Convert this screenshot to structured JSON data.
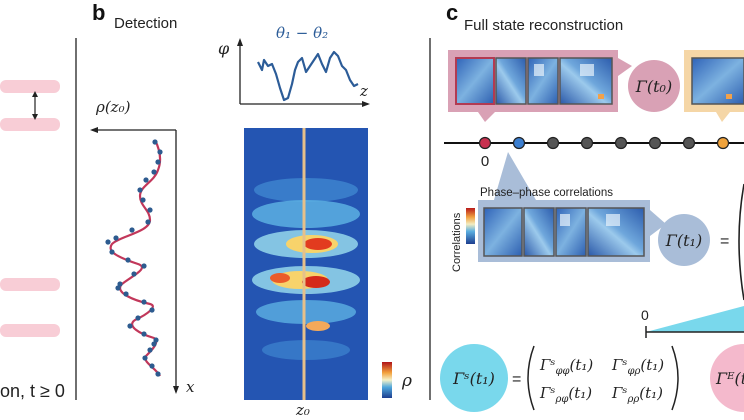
{
  "panels": {
    "b": {
      "letter": "b",
      "title": "Detection"
    },
    "c": {
      "letter": "c",
      "title": "Full state reconstruction"
    }
  },
  "panel_a": {
    "caption_fragment": "on, t ≥ 0"
  },
  "detection": {
    "phase_axis_label": "φ",
    "phase_curve_label": "θ₁ − θ₂",
    "z_axis_label": "z",
    "density_axis_label": "ρ(z₀)",
    "x_axis_label": "x",
    "colorbar_label": "ρ",
    "z0_label": "z₀"
  },
  "reconstruction": {
    "gamma_t0": "Γ(t₀)",
    "gamma_t1": "Γ(t₁)",
    "equals": "=",
    "timeline_tick0": "0",
    "phase_corr_title": "Phase–phase correlations",
    "correlations_label": "Correlations",
    "small_axis_zero": "0",
    "gamma_s": "Γˢ(t₁)",
    "gamma_e": "Γᴱ(t",
    "matrix": {
      "r1c1": "Γˢ",
      "r1c1_sub": "φφ",
      "r1c2": "Γˢ",
      "r1c2_sub": "φρ",
      "r2c1": "Γˢ",
      "r2c1_sub": "ρφ",
      "r2c2": "Γˢ",
      "r2c2_sub": "ρρ",
      "arg": "(t₁)"
    }
  },
  "colors": {
    "pink_bubble": "#d9a1b5",
    "peach_bubble": "#f5d6a6",
    "blue_bubble": "#a9bdd8",
    "cyan_circle": "#79d8ec",
    "pink_circle": "#f4b9cc",
    "curve_red": "#c2375a",
    "dots_blue": "#2d5b8f",
    "timeline_dark": "#444444",
    "dot_red": "#c8304f",
    "dot_blue": "#3c7fd0",
    "dot_orange": "#f0a23a",
    "z0_line": "#e6c08a"
  }
}
